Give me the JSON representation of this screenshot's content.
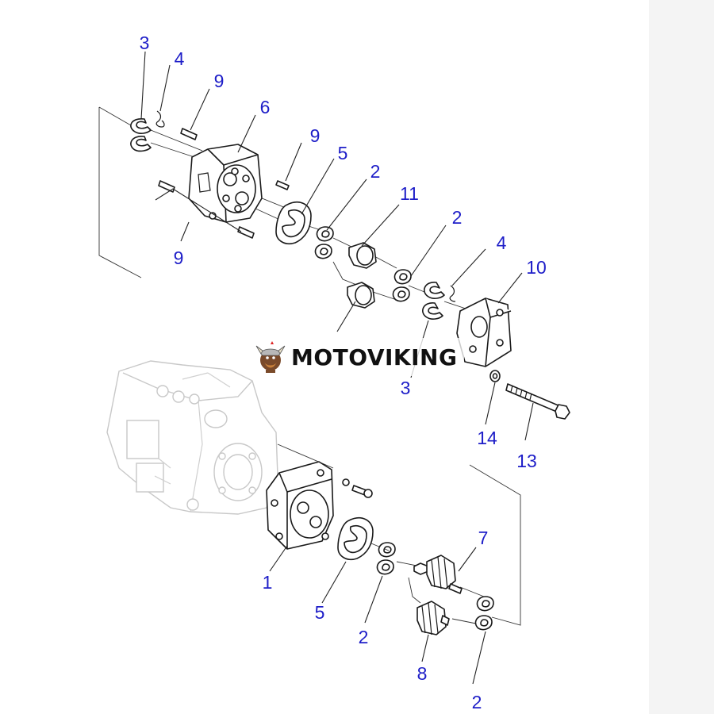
{
  "watermark": {
    "brand": "MOTOVIKING"
  },
  "callouts": {
    "c_3_top": "3",
    "c_4_top": "4",
    "c_9_top": "9",
    "c_6": "6",
    "c_9_mid": "9",
    "c_5_top": "5",
    "c_2_a": "2",
    "c_11": "11",
    "c_2_b": "2",
    "c_4_right": "4",
    "c_10": "10",
    "c_9_low": "9",
    "c_3_mid": "3",
    "c_14": "14",
    "c_13": "13",
    "c_7": "7",
    "c_1": "1",
    "c_5_low": "5",
    "c_2_c": "2",
    "c_8": "8",
    "c_2_d": "2"
  },
  "colors": {
    "callout": "#1e1ec8",
    "line": "#1a1a1a",
    "ghost": "#c8c8c8",
    "right_strip": "#f4f4f4"
  }
}
